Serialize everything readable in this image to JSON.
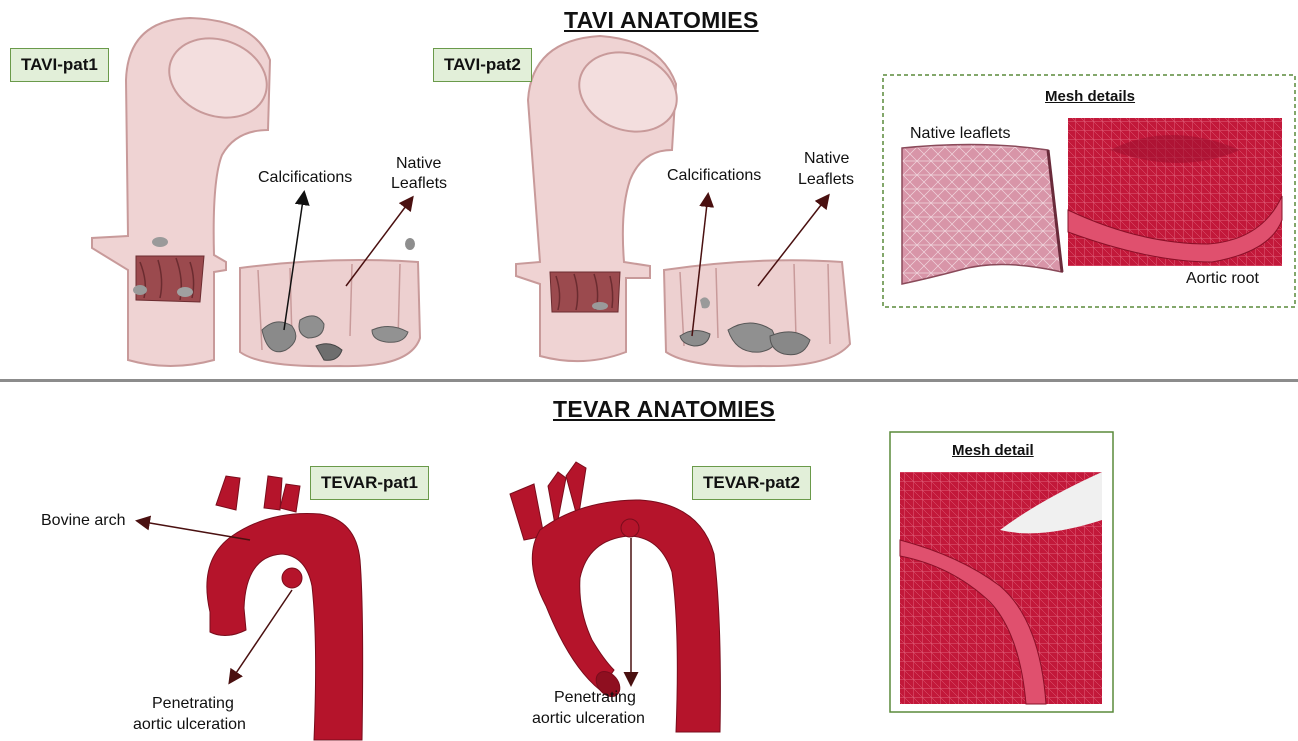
{
  "tavi": {
    "heading": "TAVI ANATOMIES",
    "patients": [
      {
        "label": "TAVI-pat1",
        "calcifications": "Calcifications",
        "leaflets": [
          "Native",
          "Leaflets"
        ]
      },
      {
        "label": "TAVI-pat2",
        "calcifications": "Calcifications",
        "leaflets": [
          "Native",
          "Leaflets"
        ]
      }
    ],
    "mesh_box": {
      "title": "Mesh details",
      "native_leaflets": "Native leaflets",
      "aortic_root": "Aortic root"
    }
  },
  "tevar": {
    "heading": "TEVAR ANATOMIES",
    "patients": [
      {
        "label": "TEVAR-pat1",
        "annotations": [
          "Bovine arch"
        ],
        "ulceration": [
          "Penetrating",
          "aortic ulceration"
        ]
      },
      {
        "label": "TEVAR-pat2",
        "ulceration": [
          "Penetrating",
          "aortic ulceration"
        ]
      }
    ],
    "mesh_box": {
      "title": "Mesh detail"
    }
  },
  "colors": {
    "tissue": "#e9c4c4",
    "tissue_edge": "#c89a9a",
    "vessel": "#b5142b",
    "arrow": "#4a1010",
    "tag_bg": "#e2efd9",
    "tag_border": "#6a9a4a",
    "mesh_pink": "#d895a8",
    "mesh_red": "#c2183a"
  }
}
